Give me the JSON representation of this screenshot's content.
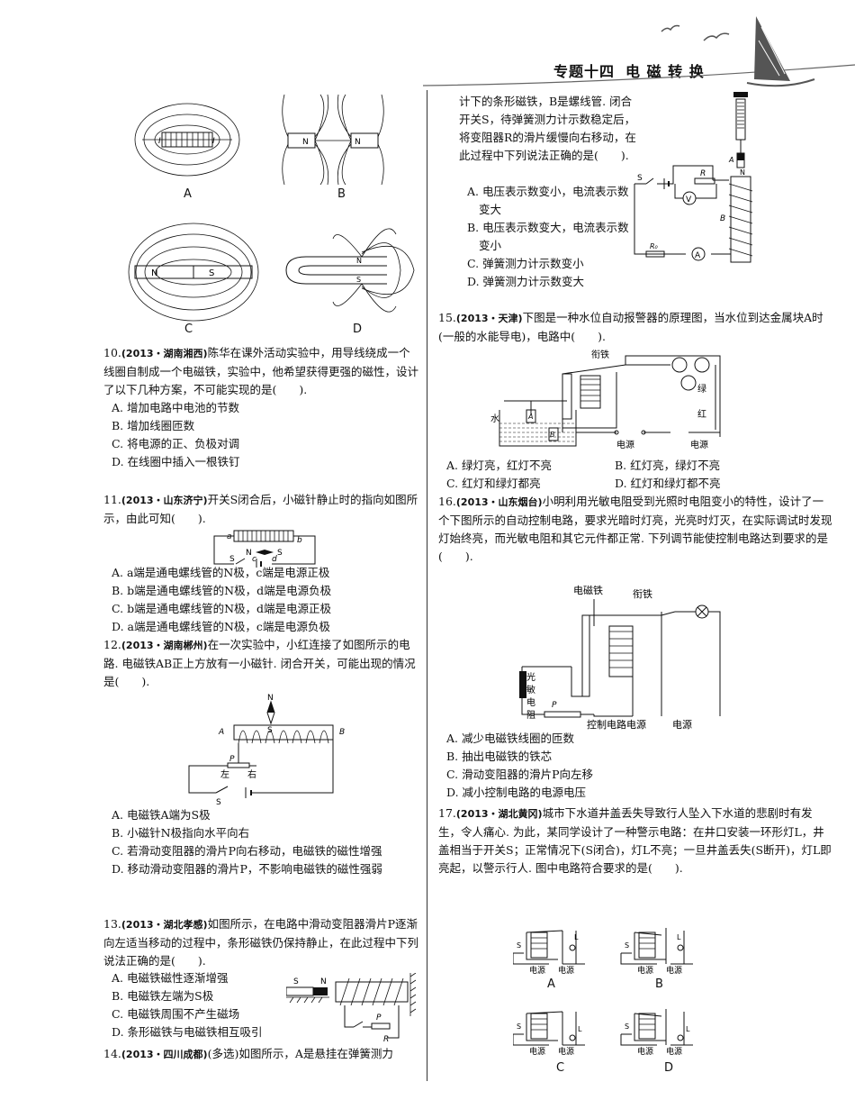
{
  "header": {
    "topic": "专题十四",
    "title": "电 磁 转 换"
  },
  "q9_fig_labels": [
    "A",
    "B",
    "C",
    "D"
  ],
  "q10": {
    "number": "10.",
    "source": "(2013・湖南湘西)",
    "stem": "陈华在课外活动实验中，用导线绕成一个线圈自制成一个电磁铁，实验中，他希望获得更强的磁性，设计了以下几种方案，不可能实现的是(　　).",
    "options": [
      "A. 增加电路中电池的节数",
      "B. 增加线圈匝数",
      "C. 将电源的正、负极对调",
      "D. 在线圈中插入一根铁钉"
    ]
  },
  "q11": {
    "number": "11.",
    "source": "(2013・山东济宁)",
    "stem": "开关S闭合后，小磁针静止时的指向如图所示，由此可知(　　).",
    "options": [
      "A. a端是通电螺线管的N极，c端是电源正极",
      "B. b端是通电螺线管的N极，d端是电源负极",
      "C. b端是通电螺线管的N极，d端是电源正极",
      "D. a端是通电螺线管的N极，c端是电源负极"
    ]
  },
  "q12": {
    "number": "12.",
    "source": "(2013・湖南郴州)",
    "stem": "在一次实验中，小红连接了如图所示的电路. 电磁铁AB正上方放有一小磁针. 闭合开关，可能出现的情况是(　　).",
    "options": [
      "A. 电磁铁A端为S极",
      "B. 小磁针N极指向水平向右",
      "C. 若滑动变阻器的滑片P向右移动，电磁铁的磁性增强",
      "D. 移动滑动变阻器的滑片P，不影响电磁铁的磁性强弱"
    ]
  },
  "q13": {
    "number": "13.",
    "source": "(2013・湖北孝感)",
    "stem": "如图所示，在电路中滑动变阻器滑片P逐渐向左适当移动的过程中，条形磁铁仍保持静止，在此过程中下列说法正确的是(　　).",
    "options": [
      "A. 电磁铁磁性逐渐增强",
      "B. 电磁铁左端为S极",
      "C. 电磁铁周围不产生磁场",
      "D. 条形磁铁与电磁铁相互吸引"
    ]
  },
  "q14": {
    "number": "14.",
    "source": "(2013・四川成都)",
    "stem_start": "(多选)如图所示，A是悬挂在弹簧测力",
    "stem_cont": "计下的条形磁铁，B是螺线管. 闭合开关S，待弹簧测力计示数稳定后，将变阻器R的滑片缓慢向右移动，在此过程中下列说法正确的是(　　).",
    "options": [
      "A. 电压表示数变小，电流表示数变大",
      "B. 电压表示数变大，电流表示数变小",
      "C. 弹簧测力计示数变小",
      "D. 弹簧测力计示数变大"
    ]
  },
  "q15": {
    "number": "15.",
    "source": "(2013・天津)",
    "stem": "下图是一种水位自动报警器的原理图，当水位到达金属块A时(一般的水能导电)，电路中(　　).",
    "fig": {
      "armature": "衔铁",
      "green": "绿",
      "red": "红",
      "water": "水",
      "power1": "电源",
      "power2": "电源"
    },
    "options": [
      "A. 绿灯亮，红灯不亮",
      "B. 红灯亮，绿灯不亮",
      "C. 红灯和绿灯都亮",
      "D. 红灯和绿灯都不亮"
    ]
  },
  "q16": {
    "number": "16.",
    "source": "(2013・山东烟台)",
    "stem": "小明利用光敏电阻受到光照时电阻变小的特性，设计了一个下图所示的自动控制电路，要求光暗时灯亮，光亮时灯灭，在实际调试时发现灯始终亮，而光敏电阻和其它元件都正常. 下列调节能使控制电路达到要求的是(　　).",
    "fig": {
      "electromagnet": "电磁铁",
      "armature": "衔铁",
      "ldr": "光敏电阻",
      "control_power": "控制电路电源",
      "power": "电源"
    },
    "options": [
      "A. 减少电磁铁线圈的匝数",
      "B. 抽出电磁铁的铁芯",
      "C. 滑动变阻器的滑片P向左移",
      "D. 减小控制电路的电源电压"
    ]
  },
  "q17": {
    "number": "17.",
    "source": "(2013・湖北黄冈)",
    "stem": "城市下水道井盖丢失导致行人坠入下水道的悲剧时有发生，令人痛心. 为此，某同学设计了一种警示电路：在井口安装一环形灯L，井盖相当于开关S；正常情况下(S闭合)，灯L不亮；一旦井盖丢失(S断开)，灯L即亮起，以警示行人. 图中电路符合要求的是(　　).",
    "fig_labels": [
      "A",
      "B",
      "C",
      "D"
    ],
    "power": "电源"
  }
}
